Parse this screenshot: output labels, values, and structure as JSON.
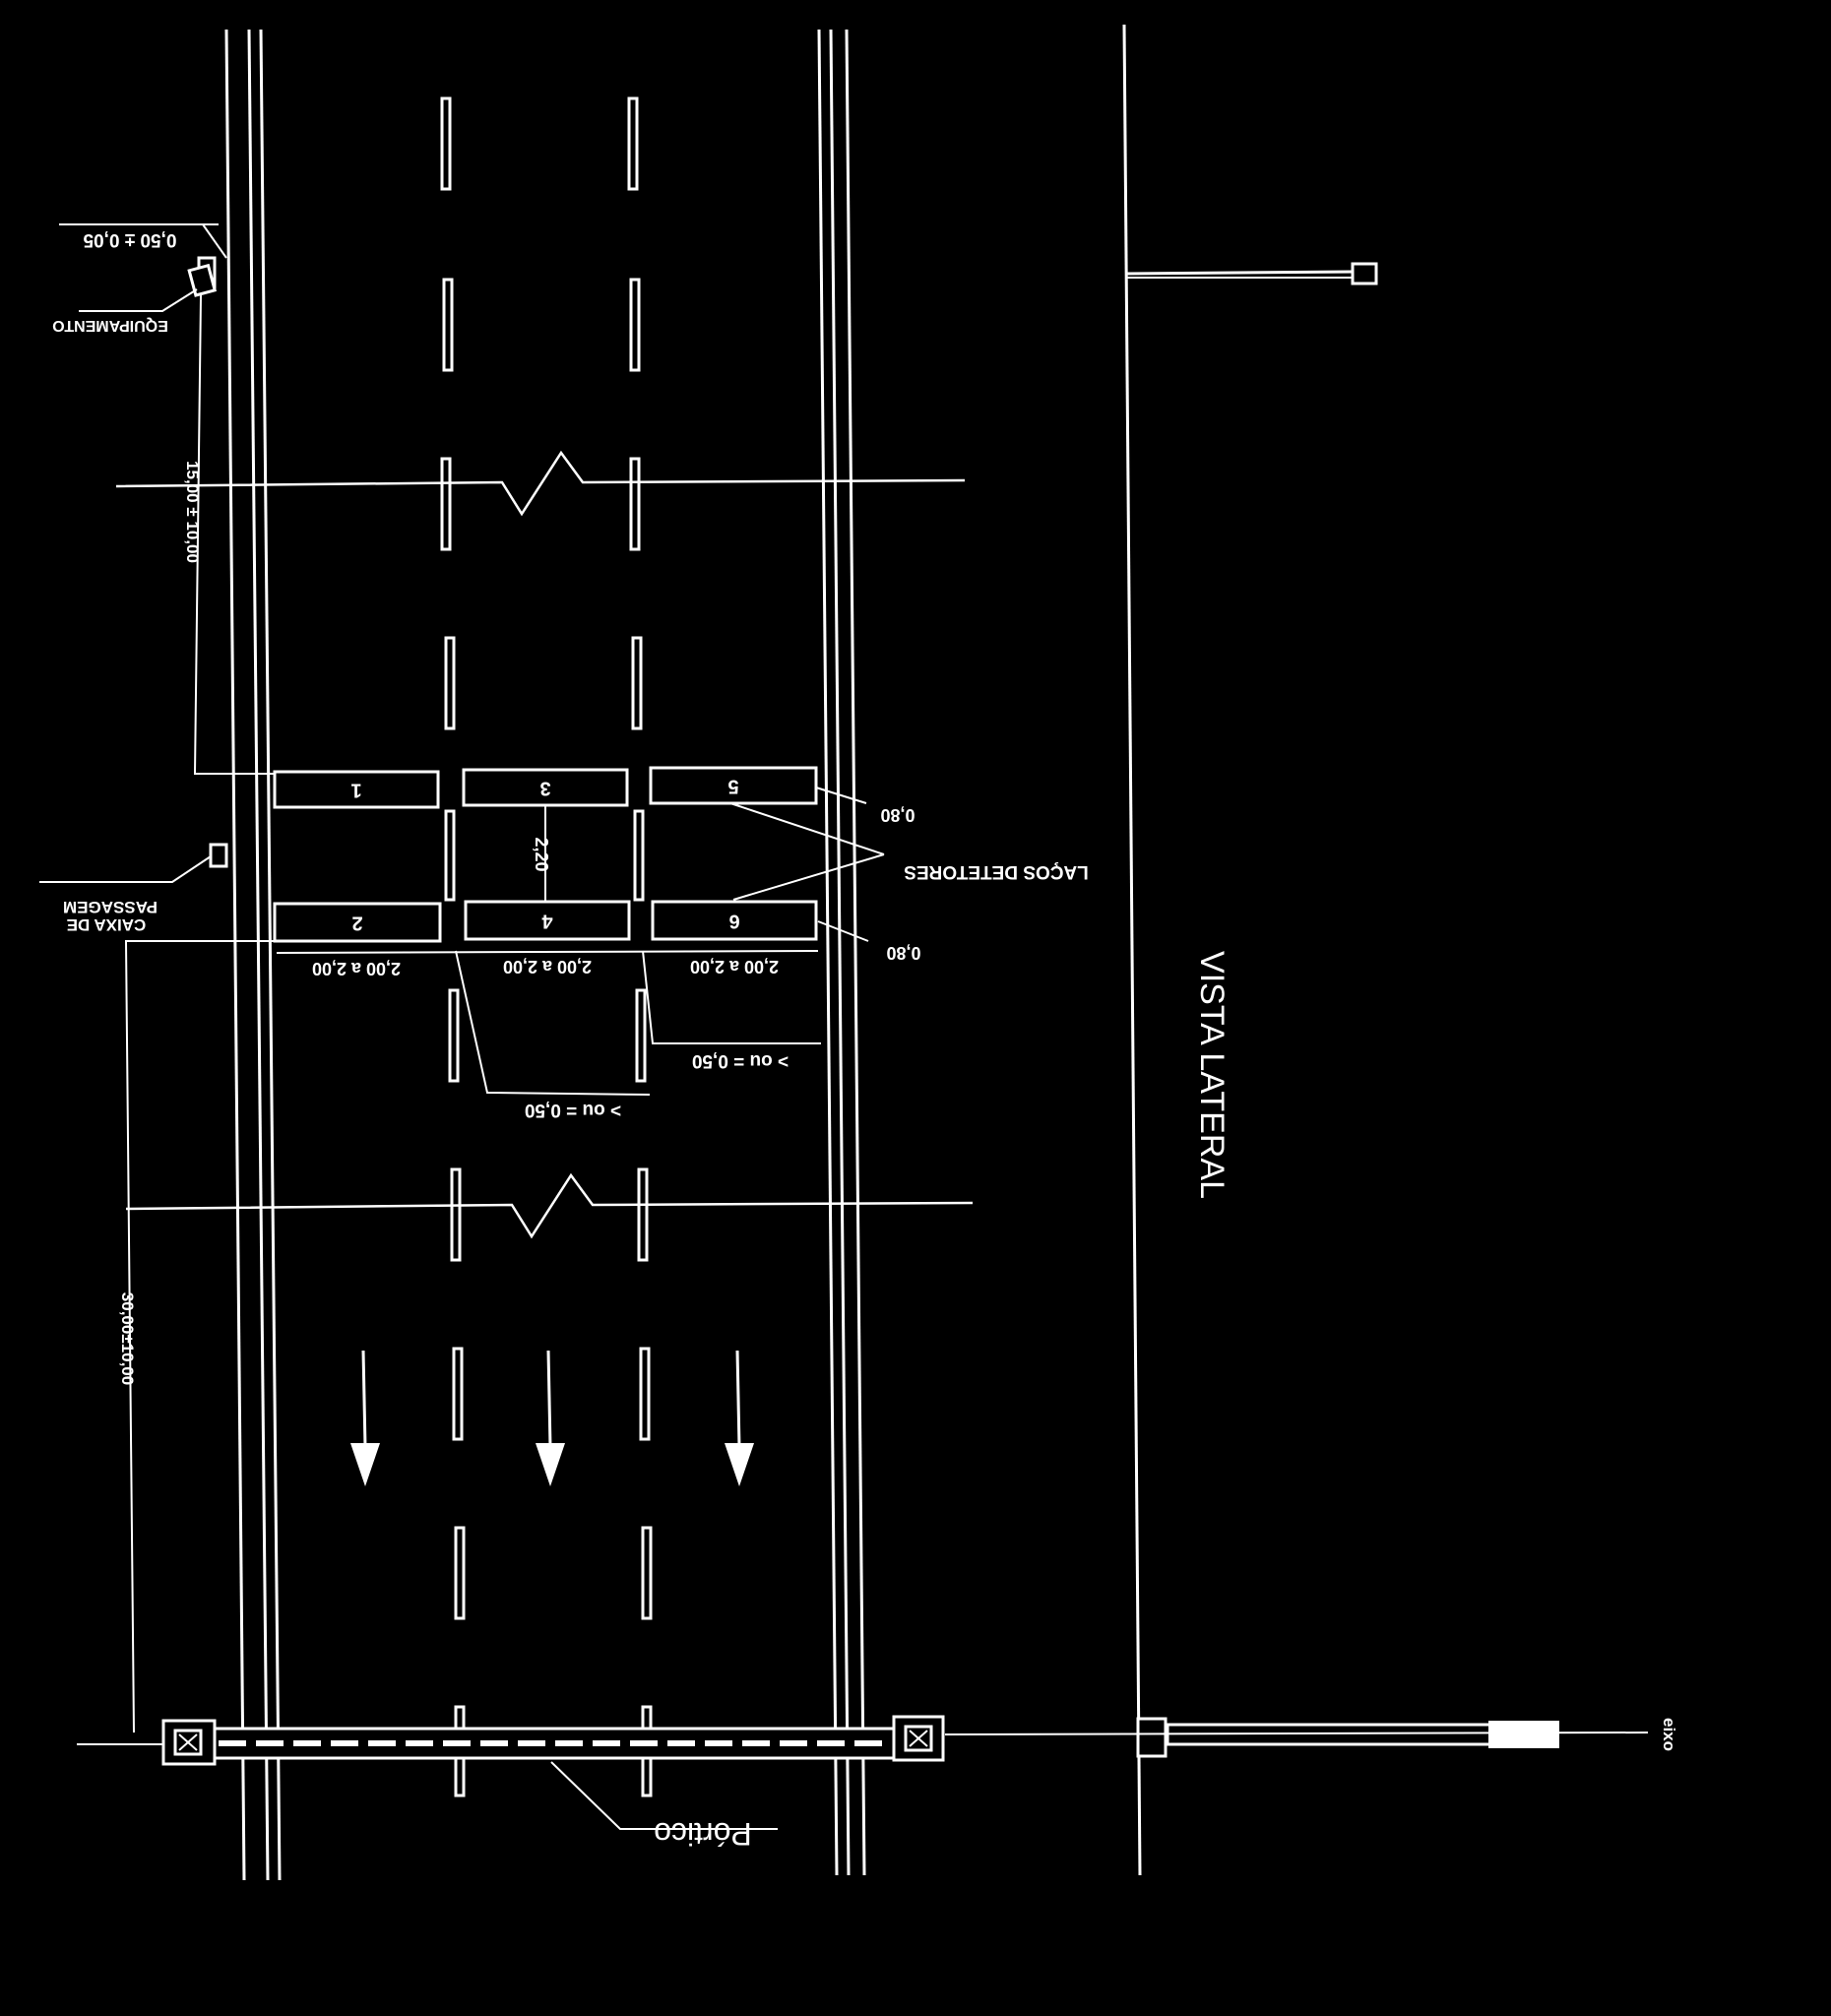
{
  "labels": {
    "equipamento": "EQUIPAMENTO",
    "dist_equip_lateral": "0,50 ± 0,05",
    "dist_equip_longitudinal": "15,00 ± 10,00",
    "caixa_passagem_line1": "CAIXA DE",
    "caixa_passagem_line2": "PASSAGEM",
    "lacos_detetores": "LAÇOS DETETORES",
    "spacing_between_loops": "2,20",
    "loop_margin_top": "0,80",
    "loop_margin_bottom": "0,80",
    "loop_size_1": "2,00 a 2,00",
    "loop_size_2": "2,00 a 2,00",
    "loop_size_3": "2,00 a 2,00",
    "gap_left": "> ou = 0,50",
    "gap_right": "> ou = 0,50",
    "dist_portico": "30,00±10,00",
    "vista_lateral": "VISTA LATERAL",
    "portico": "Pórtico",
    "eixo": "eixo"
  },
  "loops": [
    {
      "number": "1"
    },
    {
      "number": "3"
    },
    {
      "number": "5"
    },
    {
      "number": "2"
    },
    {
      "number": "4"
    },
    {
      "number": "6"
    }
  ],
  "colors": {
    "background": "#000000",
    "lines": "#ffffff"
  }
}
